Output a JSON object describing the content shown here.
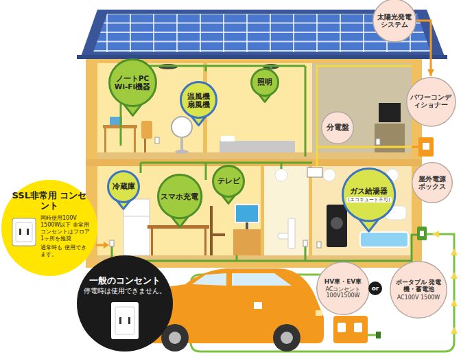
{
  "diagram": {
    "nodes": [
      {
        "text": [
          "太陽光発電システム"
        ]
      },
      {
        "text": [
          "パワーコンディショナー"
        ]
      },
      {
        "text": [
          "ノートPC Wi-Fi機器"
        ]
      },
      {
        "text": [
          "温風機 扇風機"
        ]
      },
      {
        "text": [
          "照明"
        ]
      },
      {
        "text": [
          "分電盤"
        ]
      },
      {
        "text": [
          "冷蔵庫"
        ]
      },
      {
        "text": [
          "スマホ充電"
        ]
      },
      {
        "text": [
          "テレビ"
        ]
      },
      {
        "text": [
          "ガス給湯器",
          "(エコキュート不可)"
        ]
      },
      {
        "text": [
          "屋外電源ボックス"
        ]
      },
      {
        "text": [
          "SSL非常用 コンセント",
          "同時使用100V 1500W以下 非常用コンセントはフロア1ヶ所を推奨",
          "通常時も 使用できます。"
        ]
      },
      {
        "text": [
          "一般のコンセント",
          "停電時は使用できません。"
        ]
      },
      {
        "text": [
          "HV車・EV車",
          "ACコンセント 100V1500W"
        ]
      },
      {
        "text": [
          "or"
        ]
      },
      {
        "text": [
          "ポータブル 発電機・蓄電池",
          "AC100V 1500W"
        ]
      }
    ],
    "edges": [
      {
        "from": 0,
        "to": 1,
        "arrow": "to"
      }
    ]
  }
}
